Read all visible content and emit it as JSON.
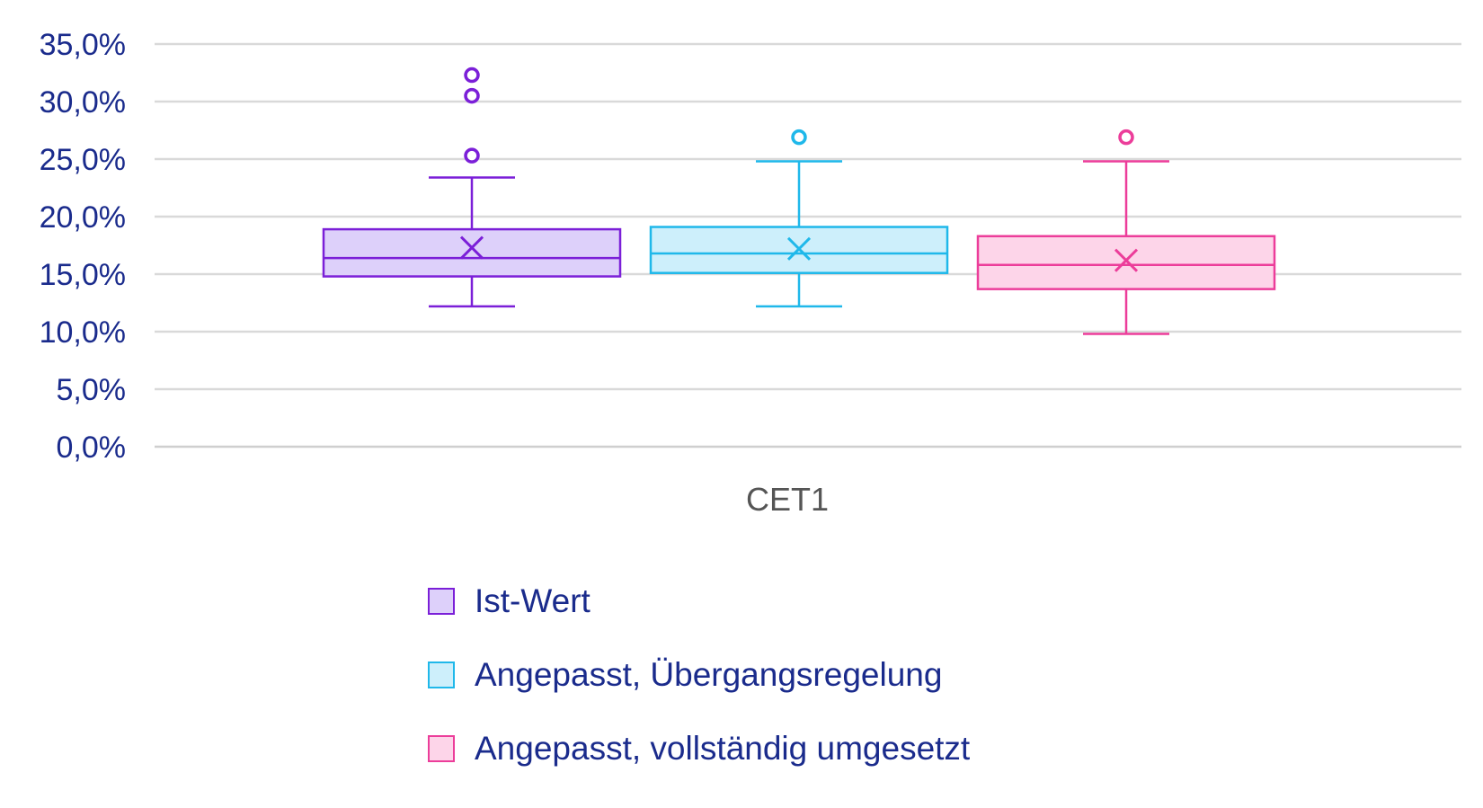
{
  "chart_data": {
    "type": "box",
    "categories": [
      "CET1"
    ],
    "y_ticks": [
      "0,0%",
      "5,0%",
      "10,0%",
      "15,0%",
      "20,0%",
      "25,0%",
      "30,0%",
      "35,0%"
    ],
    "ylim": [
      0,
      35
    ],
    "y_step": 5,
    "grid": true,
    "legend_position": "bottom",
    "series": [
      {
        "name": "Ist-Wert",
        "color": "#7b1fd8",
        "fill": "#ddd0fa",
        "min": 12.2,
        "q1": 14.8,
        "median": 16.4,
        "q3": 18.9,
        "max": 23.4,
        "mean": 17.3,
        "outliers": [
          25.3,
          30.5,
          32.3
        ]
      },
      {
        "name": "Angepasst, Übergangsregelung",
        "color": "#1fb8ea",
        "fill": "#cdeffb",
        "min": 12.2,
        "q1": 15.1,
        "median": 16.8,
        "q3": 19.1,
        "max": 24.8,
        "mean": 17.2,
        "outliers": [
          26.9
        ]
      },
      {
        "name": "Angepasst, vollständig umgesetzt",
        "color": "#ec3d9a",
        "fill": "#fdd5e9",
        "min": 9.8,
        "q1": 13.7,
        "median": 15.8,
        "q3": 18.3,
        "max": 24.8,
        "mean": 16.2,
        "outliers": [
          26.9
        ]
      }
    ]
  }
}
